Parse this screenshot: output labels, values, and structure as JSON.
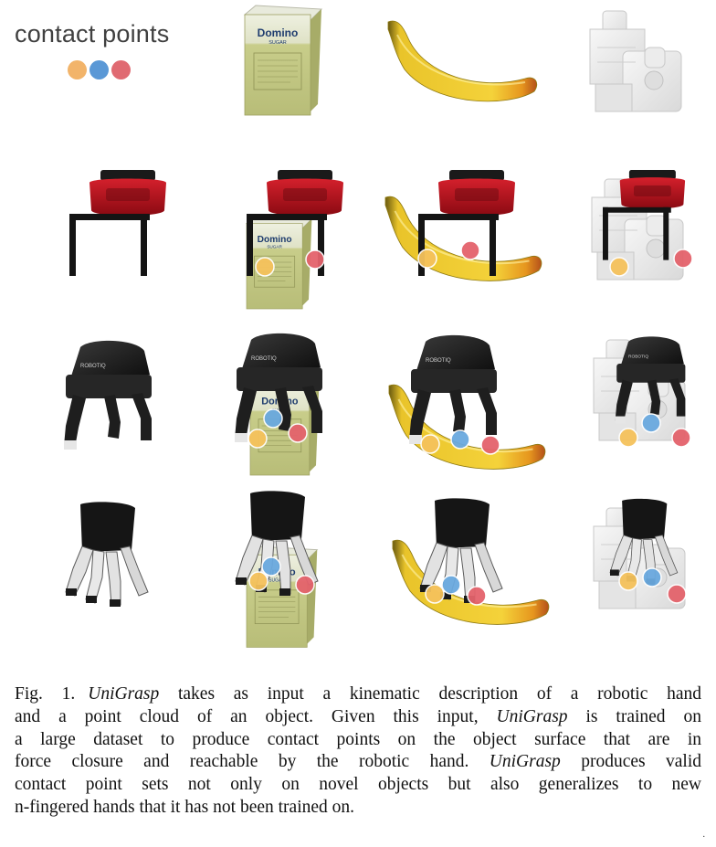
{
  "legend": {
    "title": "contact points",
    "dots": [
      {
        "name": "contact-point-yellow",
        "color": "#f2b46a"
      },
      {
        "name": "contact-point-blue",
        "color": "#5a98d6"
      },
      {
        "name": "contact-point-red",
        "color": "#e06a72"
      }
    ]
  },
  "colors": {
    "contact_yellow": "#f5c25c",
    "contact_blue": "#6aa9df",
    "contact_red": "#e4636c",
    "gripper_red": "#b3101b",
    "banana_yellow": "#f3cf2e",
    "banana_tip": "#d46a1c",
    "box_green": "#c9cf8a",
    "object_white": "#ededed"
  },
  "grid": {
    "columns": [
      "hand-only",
      "domino-sugar-box",
      "banana",
      "white-mechanical-part"
    ],
    "rows": [
      "objects",
      "two-finger-gripper",
      "three-finger-hand",
      "four-finger-hand"
    ],
    "box_brand": "Domino",
    "box_sub": "SUGAR"
  },
  "caption": {
    "label": "Fig. 1.",
    "lines": [
      {
        "parts": [
          {
            "t": "UniGrasp",
            "i": true
          },
          {
            "t": " takes as input a kinematic description of a robotic hand",
            "i": false
          }
        ]
      },
      {
        "parts": [
          {
            "t": "and a point cloud of an object. Given this input, ",
            "i": false
          },
          {
            "t": "UniGrasp",
            "i": true
          },
          {
            "t": " is trained on",
            "i": false
          }
        ]
      },
      {
        "parts": [
          {
            "t": "a large dataset to produce contact points on the object surface that are in",
            "i": false
          }
        ]
      },
      {
        "parts": [
          {
            "t": "force closure and reachable by the robotic hand. ",
            "i": false
          },
          {
            "t": "UniGrasp",
            "i": true
          },
          {
            "t": " produces valid",
            "i": false
          }
        ]
      },
      {
        "parts": [
          {
            "t": "contact point sets not only on novel objects but also generalizes to new",
            "i": false
          }
        ]
      },
      {
        "parts": [
          {
            "t": "n-fingered hands that it has not been trained on.",
            "i": false
          }
        ]
      }
    ]
  }
}
